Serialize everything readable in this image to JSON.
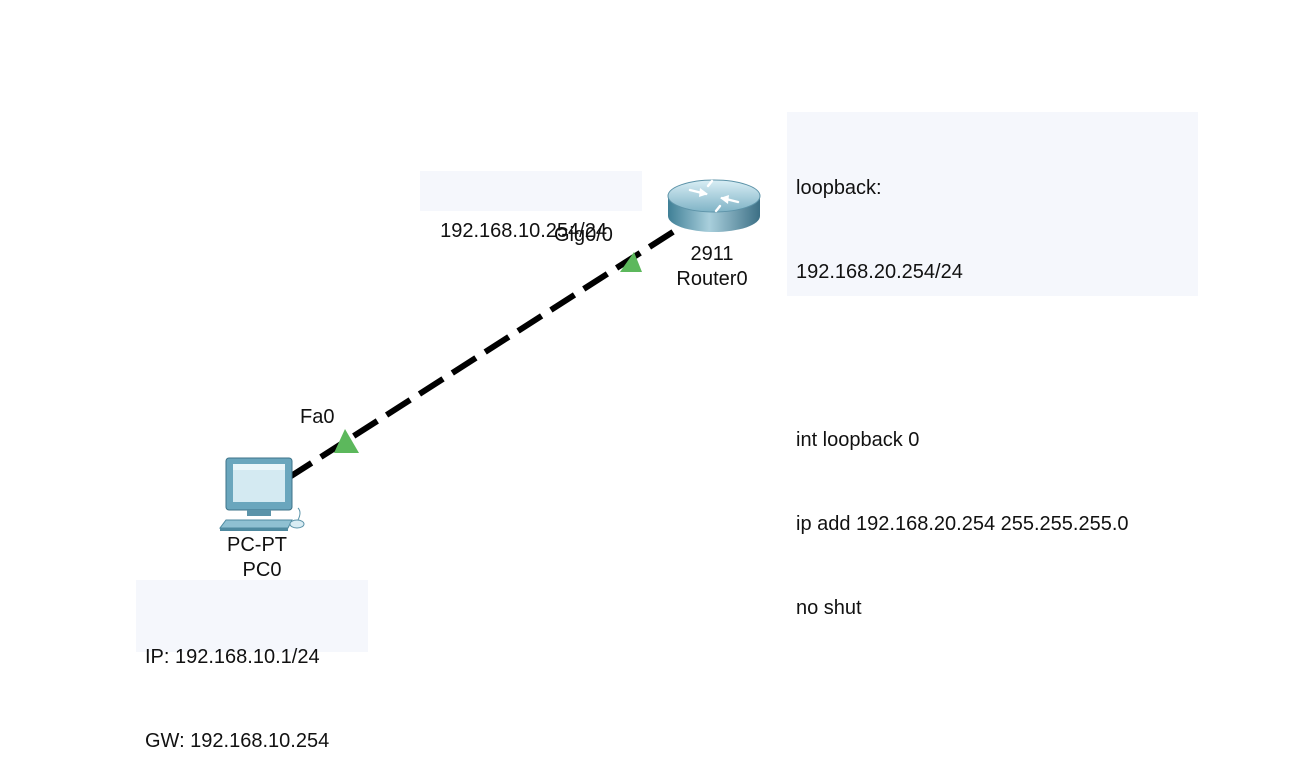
{
  "devices": {
    "router": {
      "model": "2911",
      "name": "Router0",
      "port_label": "Gig0/0",
      "icon": "router-icon"
    },
    "pc": {
      "model": "PC-PT",
      "name": "PC0",
      "port_label": "Fa0",
      "icon": "desktop-pc-icon"
    }
  },
  "notes": {
    "router_ip": "192.168.10.254/24",
    "loopback": [
      "loopback:",
      "192.168.20.254/24",
      "",
      "int loopback 0",
      "ip add 192.168.20.254 255.255.255.0",
      "no shut"
    ],
    "pc_config": [
      "IP: 192.168.10.1/24",
      "GW: 192.168.10.254"
    ]
  },
  "link": {
    "type": "copper-crossover",
    "status_color": "#5cb85c"
  },
  "colors": {
    "note_background": "#f5f7fc",
    "link": "#000000",
    "port_up": "#5cb85c"
  }
}
